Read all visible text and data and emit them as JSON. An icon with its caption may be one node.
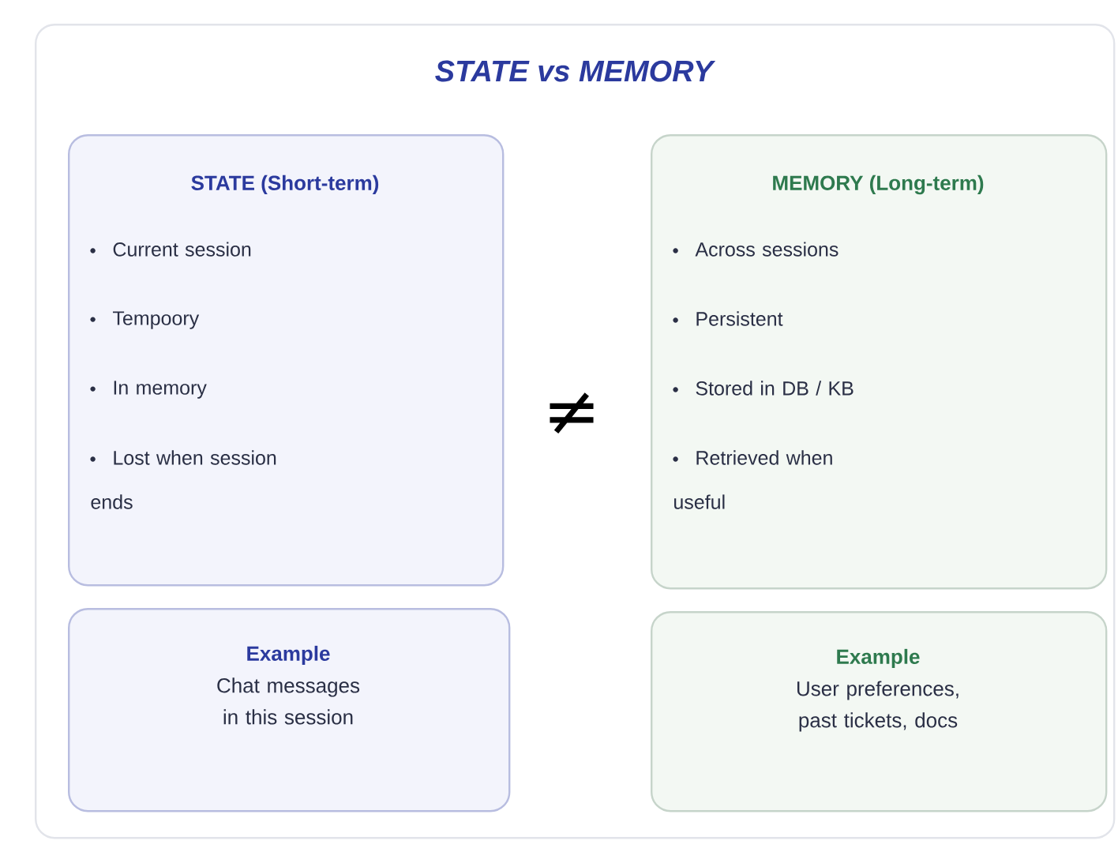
{
  "diagram": {
    "nodes": [
      {
        "text": [
          "STATE vs MEMORY"
        ]
      },
      {
        "text": [
          "STATE (Short-term)",
          "Current session",
          "Tempoory",
          "In memory",
          "Lost when session ends"
        ],
        "in": 0
      },
      {
        "text": [
          "MEMORY (Long-term)",
          "Across sessions",
          "Persistent",
          "Stored in DB / KB",
          "Retrieved when useful"
        ],
        "in": 0
      },
      {
        "text": [
          "Example",
          "Chat messages in this session"
        ],
        "in": 0
      },
      {
        "text": [
          "Example",
          "User preferences, past tickets, docs"
        ],
        "in": 0
      }
    ],
    "labels": [
      "≠"
    ]
  }
}
